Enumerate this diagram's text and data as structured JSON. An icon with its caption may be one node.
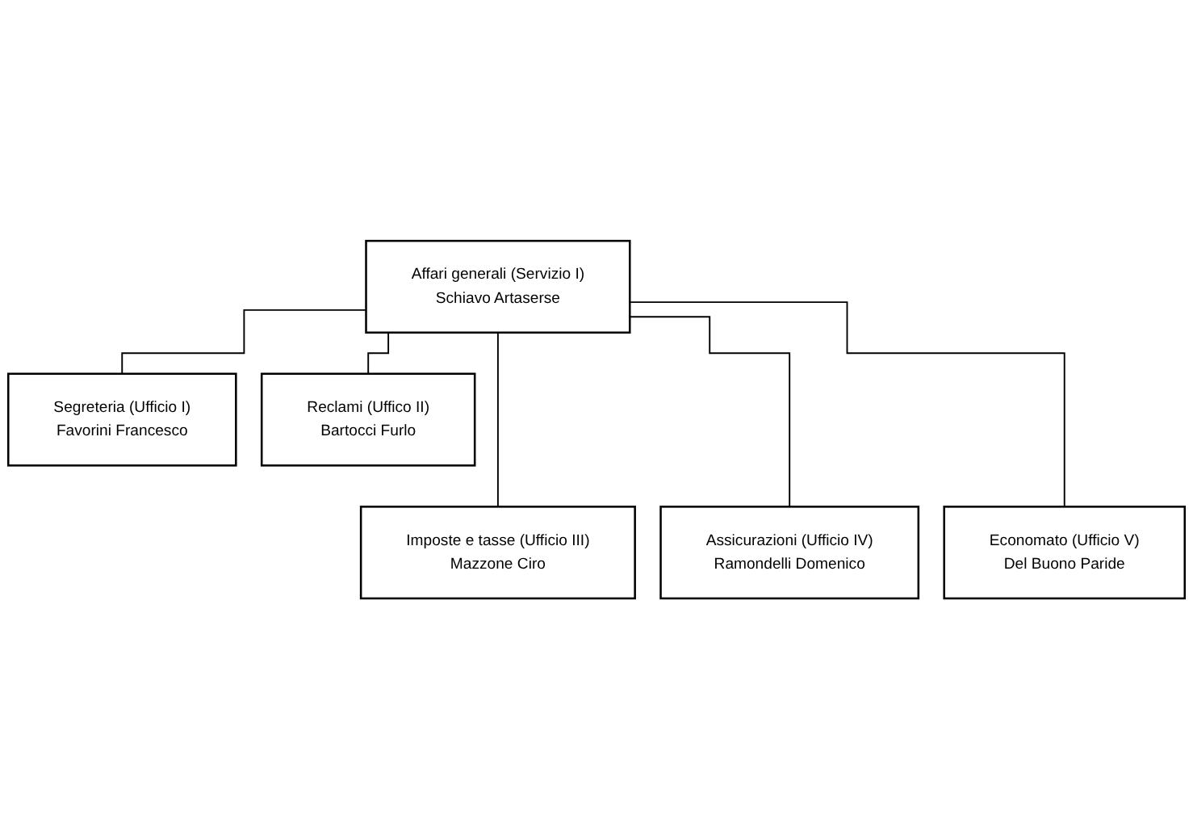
{
  "diagram": {
    "nodes": [
      {
        "text": [
          "Affari generali (Servizio I)",
          "Schiavo Artaserse"
        ]
      },
      {
        "text": [
          "Segreteria (Ufficio I)",
          "Favorini Francesco"
        ]
      },
      {
        "text": [
          "Reclami (Uffico II)",
          "Bartocci Furlo"
        ]
      },
      {
        "text": [
          "Imposte e tasse (Ufficio III)",
          "Mazzone Ciro"
        ]
      },
      {
        "text": [
          "Assicurazioni (Ufficio IV)",
          "Ramondelli Domenico"
        ]
      },
      {
        "text": [
          "Economato (Ufficio V)",
          "Del Buono Paride"
        ]
      }
    ],
    "edges": [
      {
        "from": 0,
        "to": 1,
        "arrow": "none"
      },
      {
        "from": 0,
        "to": 2,
        "arrow": "none"
      },
      {
        "from": 0,
        "to": 3,
        "arrow": "none"
      },
      {
        "from": 0,
        "to": 4,
        "arrow": "none"
      },
      {
        "from": 0,
        "to": 5,
        "arrow": "none"
      }
    ]
  }
}
